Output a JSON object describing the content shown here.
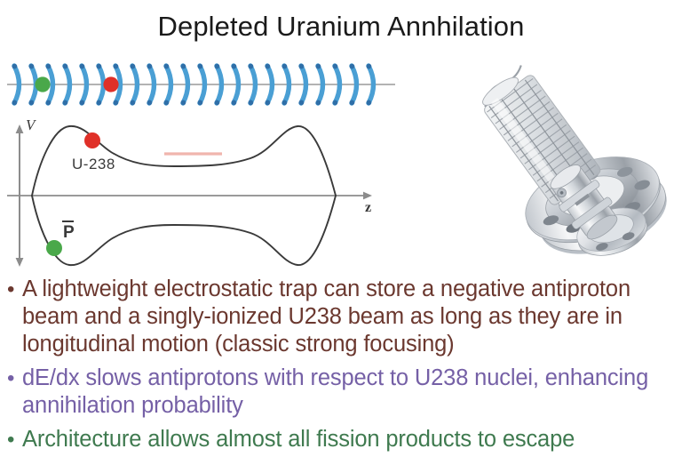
{
  "slide": {
    "title": "Depleted Uranium Annhilation",
    "background_color": "#ffffff",
    "title_color": "#1a1a1a"
  },
  "figure": {
    "name": "electrostatic-trap-diagram",
    "electrode_row": {
      "label": "focusing-electrode-arcs",
      "arc_count": 22,
      "arc_color": "#4a9fd4",
      "arc_end_dot_color": "#2f6fa8",
      "beam_axis_color": "#9a9a9a"
    },
    "particles": [
      {
        "name": "antiproton",
        "symbol": "P̄",
        "color": "#4aa84a"
      },
      {
        "name": "uranium-238-ion",
        "symbol": "U-238",
        "color": "#e03028"
      }
    ],
    "potential_plot": {
      "y_axis_label": "V",
      "x_axis_label": "z",
      "axis_color": "#8c8c8c",
      "curve_color": "#3a3a3a",
      "upper_curve_label": "U-238",
      "lower_curve_label": "P̄",
      "upper_marker_color": "#e03028",
      "lower_marker_color": "#4aa84a",
      "upper_level_line_color": "#f0b5ad",
      "lower_level_line_color": "#c9dbe4"
    }
  },
  "render": {
    "name": "vacuum-flange-trap-assembly",
    "description": "3D metallic vacuum flange with electrostatic trap electrode stack",
    "body_color": "#d8dade",
    "highlight_color": "#f4f5f6",
    "shadow_color": "#9aa0a6"
  },
  "bullets": [
    {
      "marker": "•",
      "color_class": "b-maroon",
      "color": "#6b382f",
      "text": "A lightweight electrostatic trap can store a negative antiproton beam and a singly-ionized U238 beam as long as they are in longitudinal motion (classic strong focusing)"
    },
    {
      "marker": "•",
      "color_class": "b-purple",
      "color": "#7560a6",
      "text": "dE/dx slows antiprotons with respect to U238 nuclei, enhancing annihilation probability"
    },
    {
      "marker": "•",
      "color_class": "b-green",
      "color": "#3f7a4f",
      "text": "Architecture allows almost all fission products to escape"
    }
  ]
}
